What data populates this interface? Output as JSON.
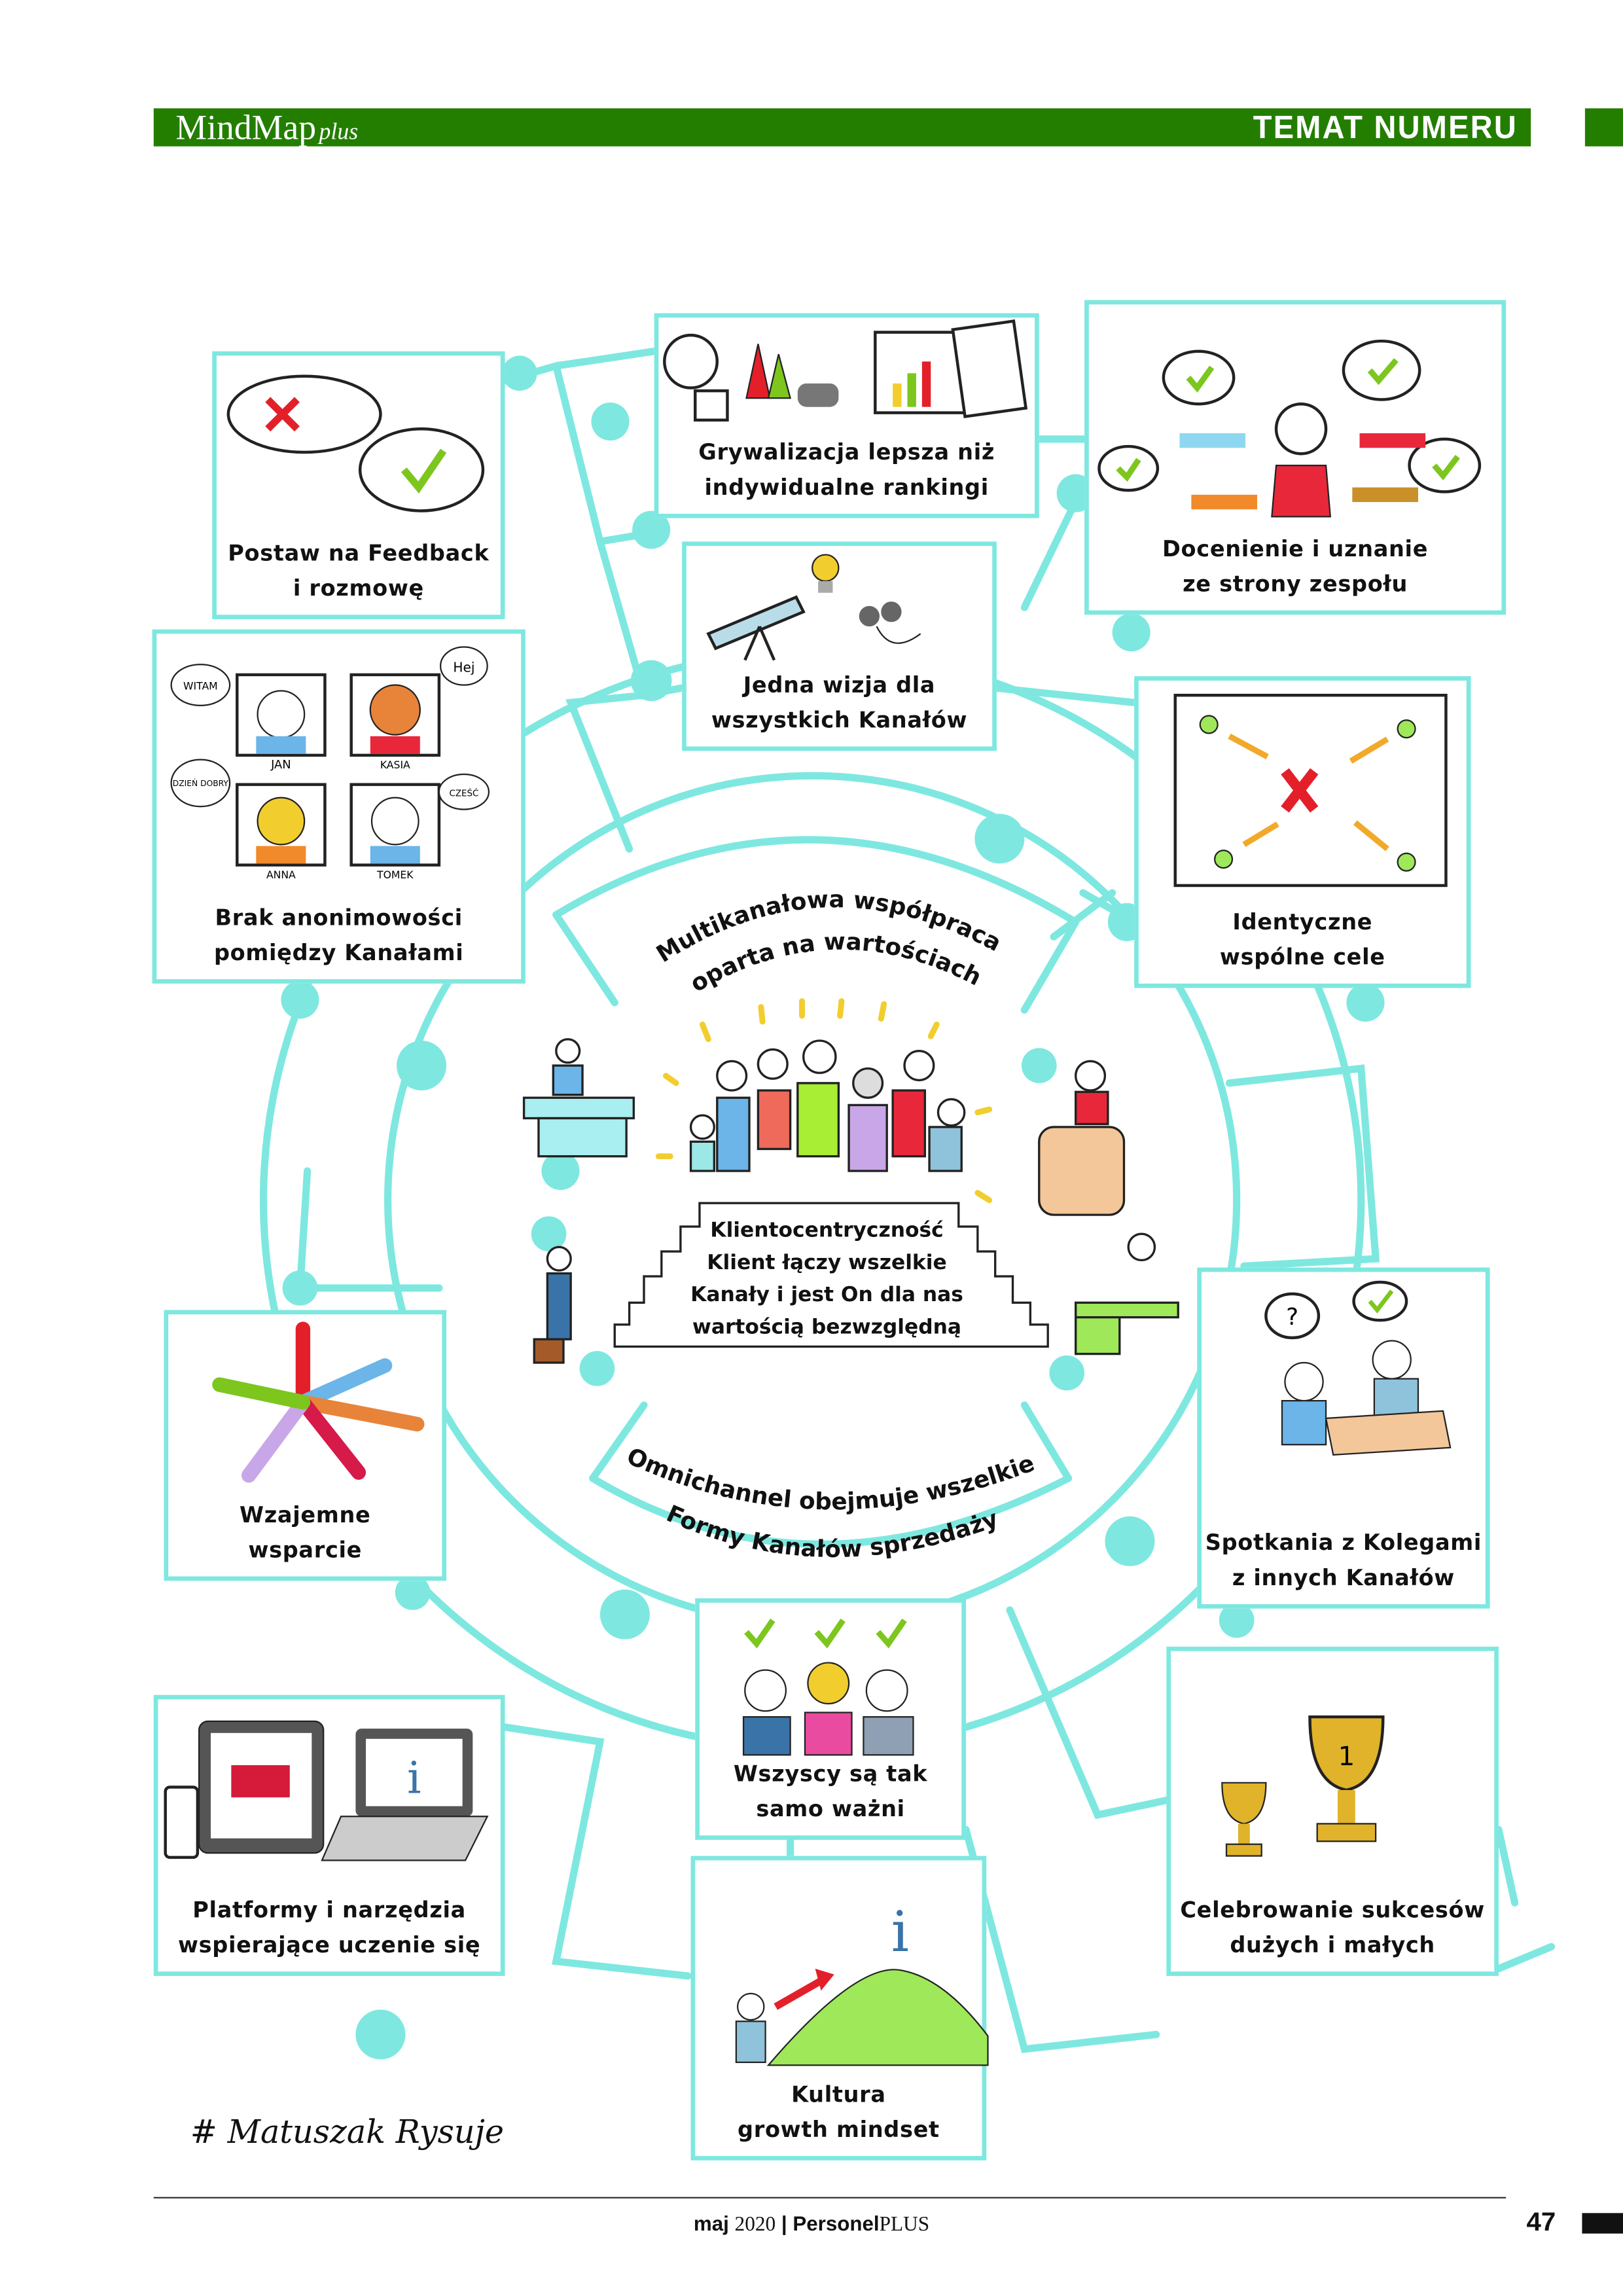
{
  "header": {
    "logo": "MindMap",
    "logo_suffix": "plus",
    "section": "TEMAT NUMERU"
  },
  "center": {
    "arc_top_line1": "Multikanałowa współpraca",
    "arc_top_line2": "oparta na wartościach",
    "stairs_text": [
      "Klientocentryczność",
      "Klient łączy wszelkie",
      "Kanały i jest On dla nas",
      "wartością bezwzględną"
    ],
    "arc_bottom_line1": "Omnichannel obejmuje wszelkie",
    "arc_bottom_line2": "Formy Kanałów sprzedaży"
  },
  "cards": [
    {
      "id": "feedback",
      "lines": [
        "Postaw na Feedback",
        "i rozmowę"
      ]
    },
    {
      "id": "gamification",
      "lines": [
        "Grywalizacja  lepsza niż",
        "indywidualne rankingi"
      ]
    },
    {
      "id": "recognition",
      "lines": [
        "Docenienie i uznanie",
        "ze strony zespołu"
      ]
    },
    {
      "id": "vision",
      "lines": [
        "Jedna wizja dla",
        "wszystkich Kanałów"
      ]
    },
    {
      "id": "anonymity",
      "lines": [
        "Brak anonimowości",
        "pomiędzy Kanałami"
      ],
      "speech": [
        "WITAM",
        "Hej",
        "DZIEŃ DOBRY",
        "CZEŚĆ"
      ],
      "names": [
        "JAN",
        "KASIA",
        "ANNA",
        "TOMEK"
      ]
    },
    {
      "id": "goals",
      "lines": [
        "Identyczne",
        "wspólne cele"
      ]
    },
    {
      "id": "support",
      "lines": [
        "Wzajemne",
        "wsparcie"
      ]
    },
    {
      "id": "meetings",
      "lines": [
        "Spotkania z Kolegami",
        "z innych Kanałów"
      ]
    },
    {
      "id": "equal",
      "lines": [
        "Wszyscy są tak",
        "samo ważni"
      ]
    },
    {
      "id": "platforms",
      "lines": [
        "Platformy i narzędzia",
        "wspierające uczenie się"
      ]
    },
    {
      "id": "celebrate",
      "lines": [
        "Celebrowanie sukcesów",
        "dużych  i małych"
      ]
    },
    {
      "id": "growth",
      "lines": [
        "Kultura",
        "growth mindset"
      ]
    }
  ],
  "signature": "# Matuszak Rysuje",
  "footer": {
    "month": "maj",
    "year": "2020",
    "separator": "|",
    "magazine": "Personel",
    "magazine_suffix": "PLUS",
    "page": "47"
  },
  "colors": {
    "header_green": "#237e00",
    "connector_cyan": "#7ee8e0",
    "check_green": "#7cc61e",
    "cross_red": "#e3202a"
  }
}
